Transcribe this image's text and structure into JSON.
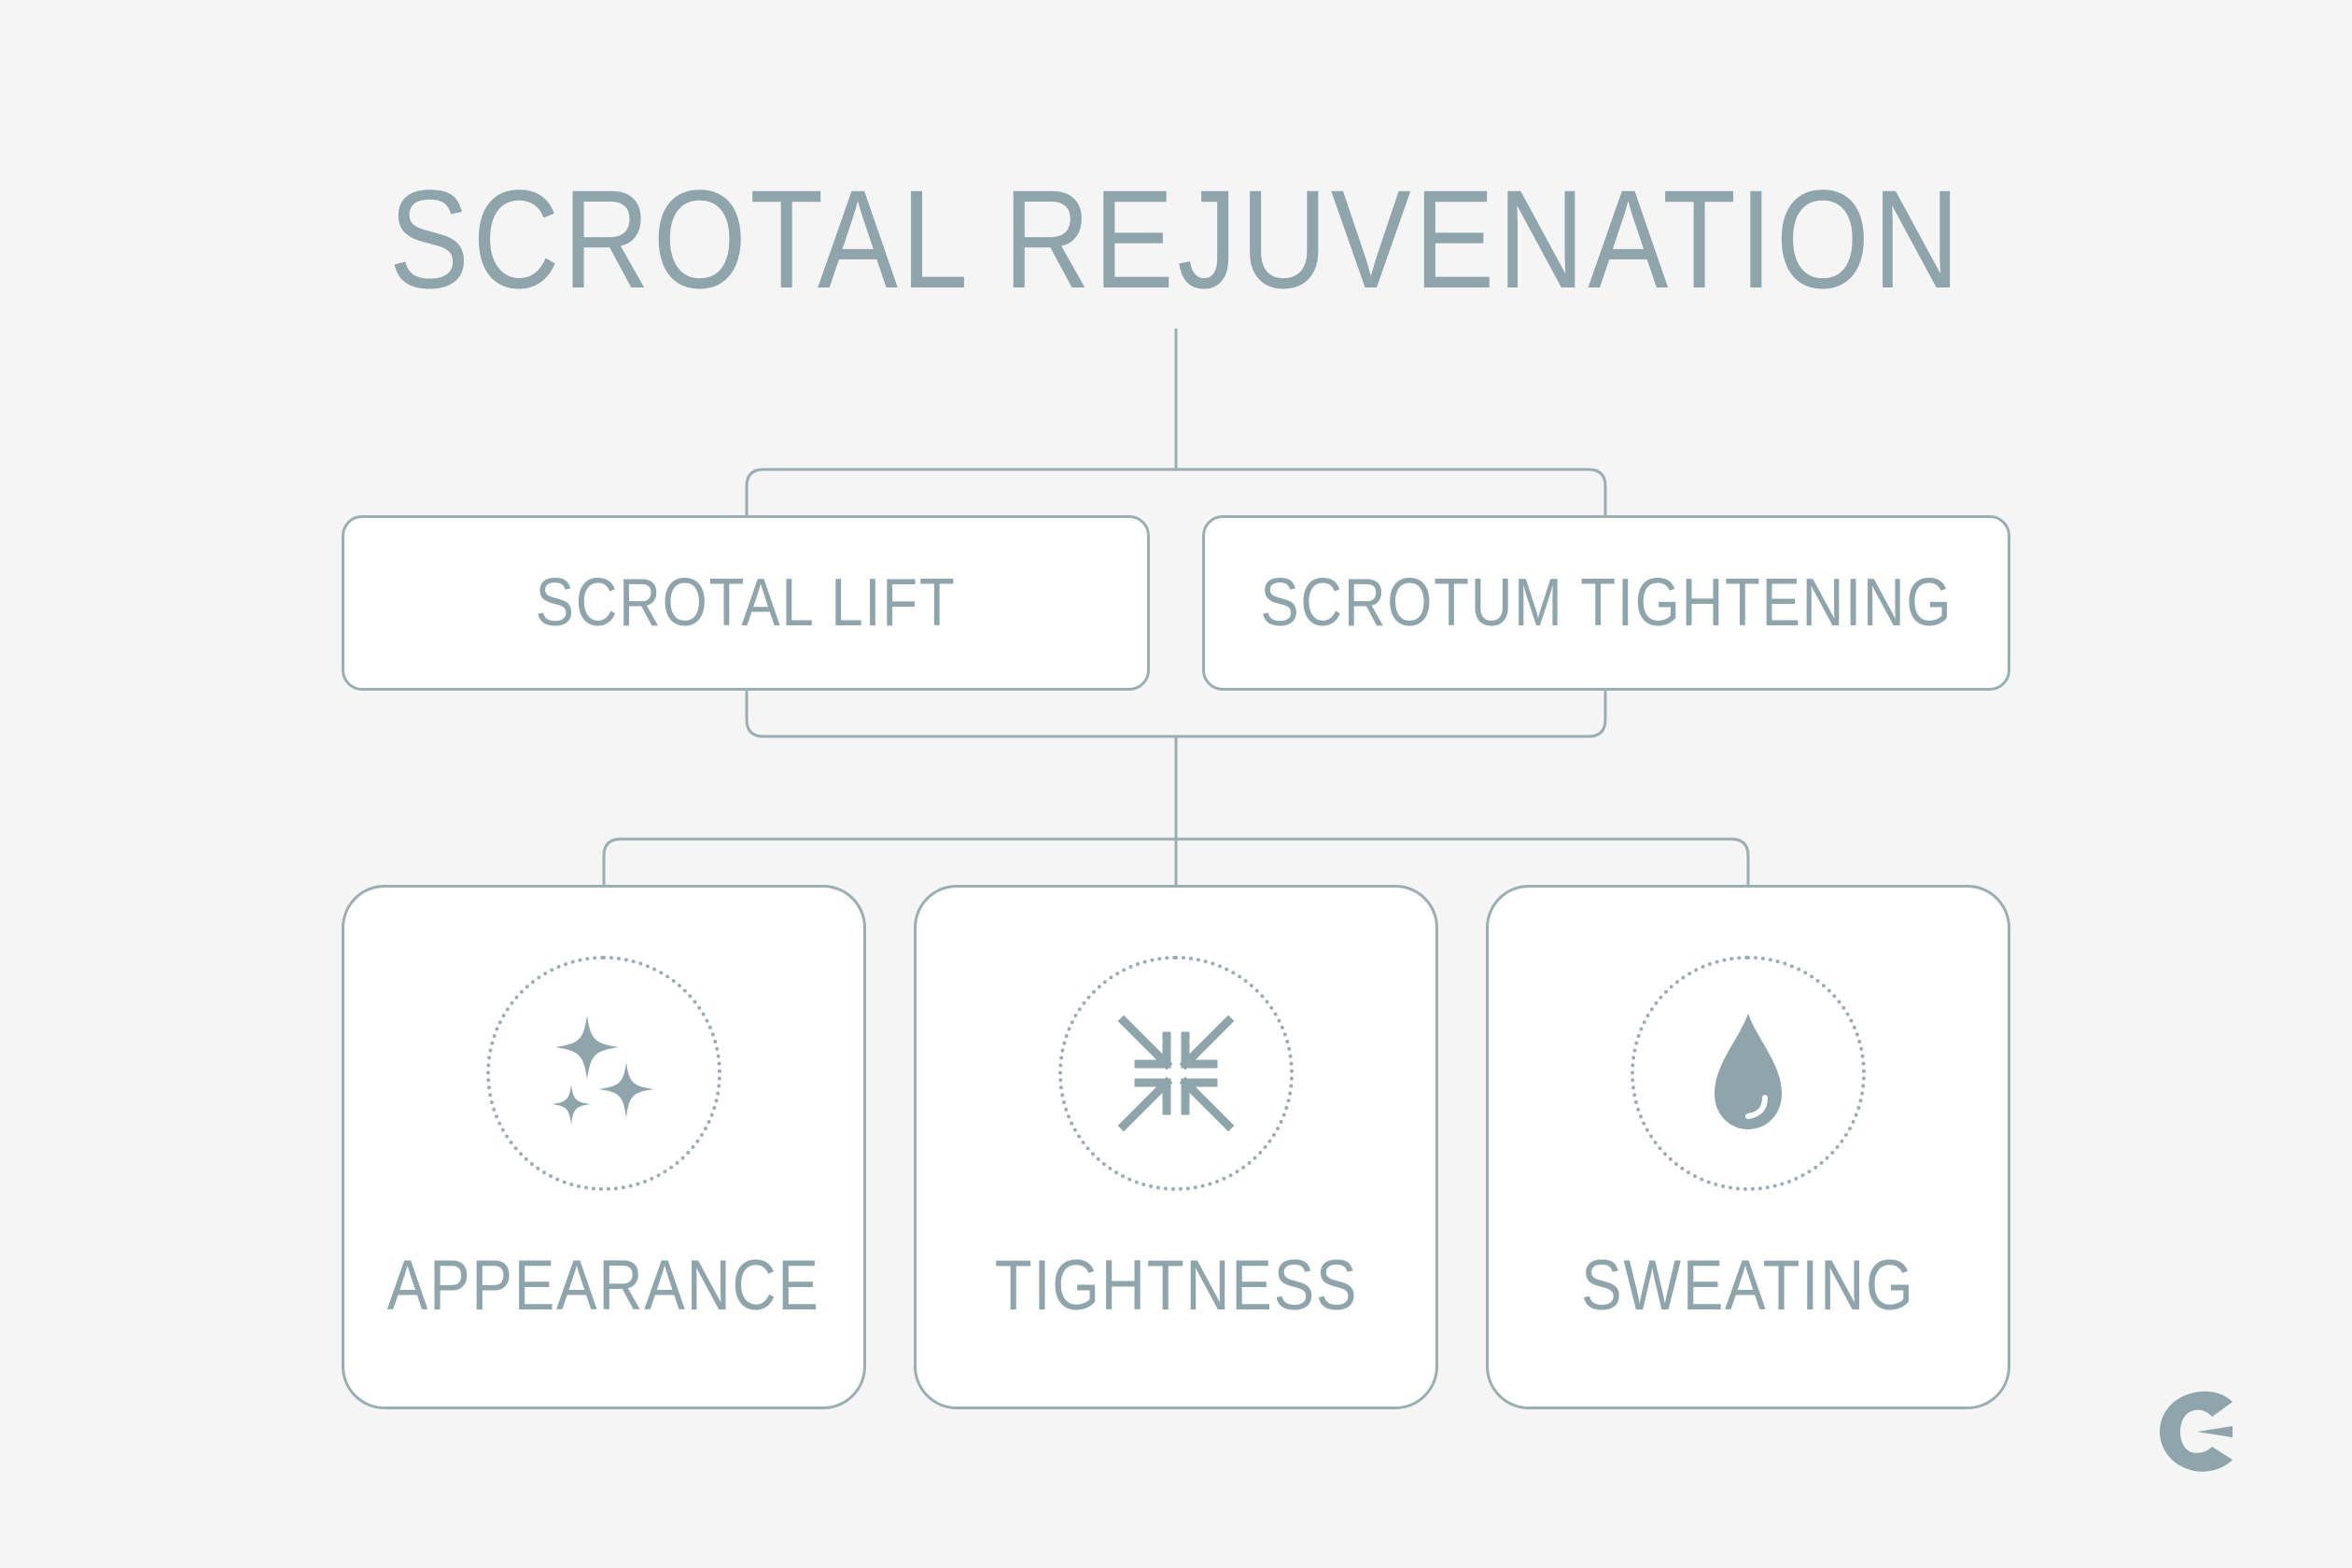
{
  "diagram": {
    "title": "SCROTAL REJUVENATION",
    "procedures": [
      {
        "label": "SCROTAL LIFT"
      },
      {
        "label": "SCROTUM TIGHTENING"
      }
    ],
    "benefits": [
      {
        "label": "APPEARANCE",
        "icon": "sparkles-icon"
      },
      {
        "label": "TIGHTNESS",
        "icon": "compress-arrows-icon"
      },
      {
        "label": "SWEATING",
        "icon": "water-drop-icon"
      }
    ],
    "logo": "c-brand-logo",
    "colors": {
      "accent": "#8fa5ab",
      "stroke": "#9aaeb3",
      "background": "#f5f5f5",
      "box_fill": "#ffffff"
    }
  }
}
